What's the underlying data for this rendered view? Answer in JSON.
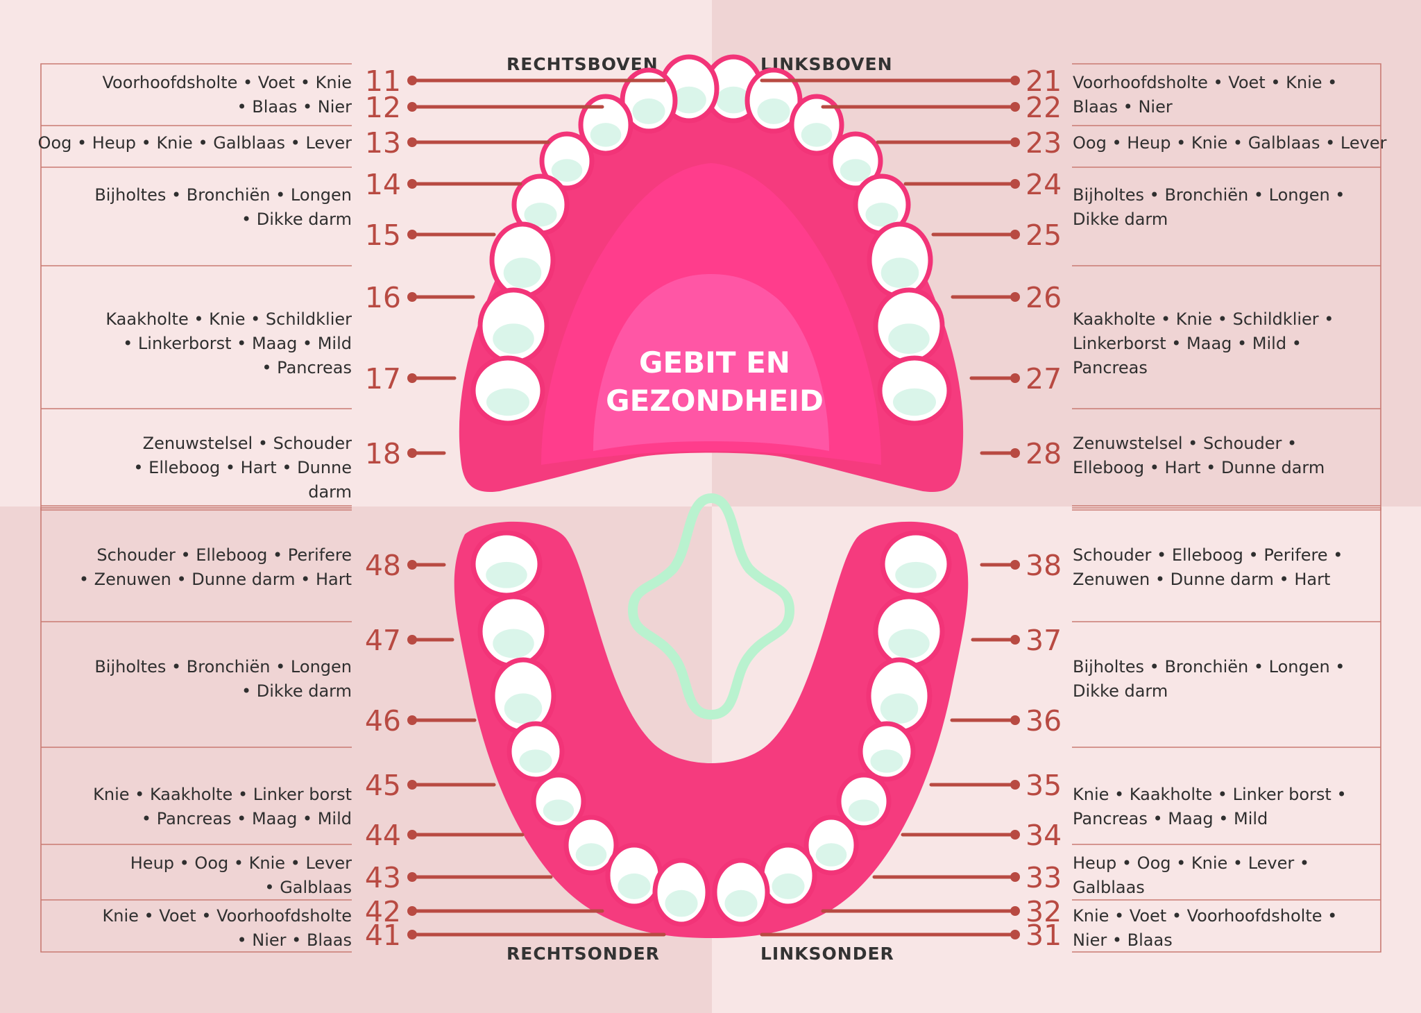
{
  "title": {
    "line1": "GEBIT EN",
    "line2": "GEZONDHEID"
  },
  "quadrants": {
    "upper_right": "RECHTSBOVEN",
    "upper_left": "LINKSBOVEN",
    "lower_right": "RECHTSONDER",
    "lower_left": "LINKSONDER"
  },
  "colors": {
    "gum": "#f53b7e",
    "palate": "#ff56a5",
    "accent": "#b84a42",
    "tongue": "#b9f2cf"
  },
  "teeth": {
    "upper_right": [
      "11",
      "12",
      "13",
      "14",
      "15",
      "16",
      "17",
      "18"
    ],
    "upper_left": [
      "21",
      "22",
      "23",
      "24",
      "25",
      "26",
      "27",
      "28"
    ],
    "lower_right": [
      "41",
      "42",
      "43",
      "44",
      "45",
      "46",
      "47",
      "48"
    ],
    "lower_left": [
      "31",
      "32",
      "33",
      "34",
      "35",
      "36",
      "37",
      "38"
    ]
  },
  "organs": {
    "ur_1": [
      "Voorhoofdsholte • Voet • Knie",
      "• Blaas • Nier"
    ],
    "ur_2": [
      "Oog • Heup • Knie • Galblaas • Lever"
    ],
    "ur_3": [
      "Bijholtes • Bronchiën • Longen",
      "• Dikke darm"
    ],
    "ur_4": [
      "Kaakholte • Knie • Schildklier",
      "• Linkerborst • Maag • Mild",
      "•  Pancreas"
    ],
    "ur_5": [
      "Zenuwstelsel • Schouder",
      "• Elleboog • Hart • Dunne",
      "darm"
    ],
    "ul_1": [
      "Voorhoofdsholte • Voet • Knie •",
      "Blaas • Nier"
    ],
    "ul_2": [
      "Oog • Heup • Knie • Galblaas • Lever"
    ],
    "ul_3": [
      "Bijholtes • Bronchiën • Longen •",
      "Dikke darm"
    ],
    "ul_4": [
      "Kaakholte • Knie • Schildklier •",
      "Linkerborst • Maag • Mild •",
      "Pancreas"
    ],
    "ul_5": [
      "Zenuwstelsel • Schouder •",
      "Elleboog • Hart • Dunne darm"
    ],
    "lr_1": [
      "Schouder • Elleboog • Perifere",
      "• Zenuwen • Dunne darm • Hart"
    ],
    "lr_2": [
      "Bijholtes • Bronchiën • Longen",
      "• Dikke darm"
    ],
    "lr_3": [
      "Knie • Kaakholte • Linker borst",
      "• Pancreas • Maag • Mild"
    ],
    "lr_4": [
      "Heup • Oog • Knie • Lever",
      "• Galblaas"
    ],
    "lr_5": [
      "Knie • Voet • Voorhoofdsholte",
      "• Nier • Blaas"
    ],
    "ll_1": [
      "Schouder • Elleboog • Perifere •",
      "Zenuwen • Dunne darm • Hart"
    ],
    "ll_2": [
      "Bijholtes • Bronchiën • Longen •",
      "Dikke darm"
    ],
    "ll_3": [
      "Knie • Kaakholte • Linker borst •",
      "Pancreas • Maag • Mild"
    ],
    "ll_4": [
      "Heup • Oog • Knie • Lever •",
      "Galblaas"
    ],
    "ll_5": [
      "Knie • Voet • Voorhoofdsholte •",
      "Nier • Blaas"
    ]
  }
}
